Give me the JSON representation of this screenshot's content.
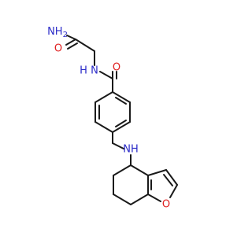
{
  "colors": {
    "bond": "#1a1a1a",
    "nitrogen": "#2b2bc8",
    "oxygen": "#e02020"
  },
  "atoms": {
    "amide_nh2": "NH",
    "amide_nh2_subscript": "2",
    "amide_o_top": "O",
    "amide_nh": "N",
    "amide_nh_h": "H",
    "amide_o_right": "O",
    "amine_nh": "NH",
    "furan_o": "O"
  }
}
